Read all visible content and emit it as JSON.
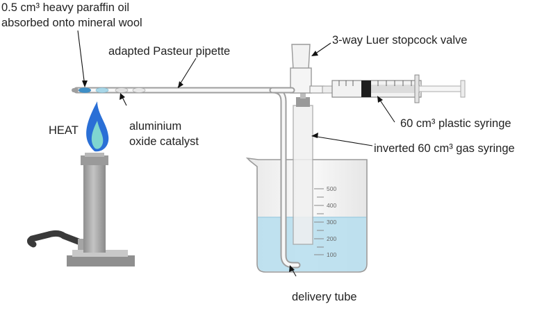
{
  "labels": {
    "paraffin_line1": "0.5 cm³ heavy paraffin oil",
    "paraffin_line2": "absorbed onto mineral wool",
    "pipette": "adapted Pasteur pipette",
    "stopcock": "3-way Luer stopcock valve",
    "heat": "HEAT",
    "catalyst_line1": "aluminium",
    "catalyst_line2": "oxide catalyst",
    "plastic_syringe": "60 cm³ plastic syringe",
    "gas_syringe": "inverted 60 cm³ gas syringe",
    "delivery_tube": "delivery tube"
  },
  "beaker_scale": [
    "500",
    "400",
    "300",
    "200",
    "100"
  ],
  "colors": {
    "water": "#b9dfee",
    "flame_outer": "#2a6fd6",
    "flame_inner": "#7fd6d0",
    "oil_blob": "#3d8fc7",
    "burner_body": "#a9a9a9",
    "glass_edge": "#9a9a9a"
  }
}
